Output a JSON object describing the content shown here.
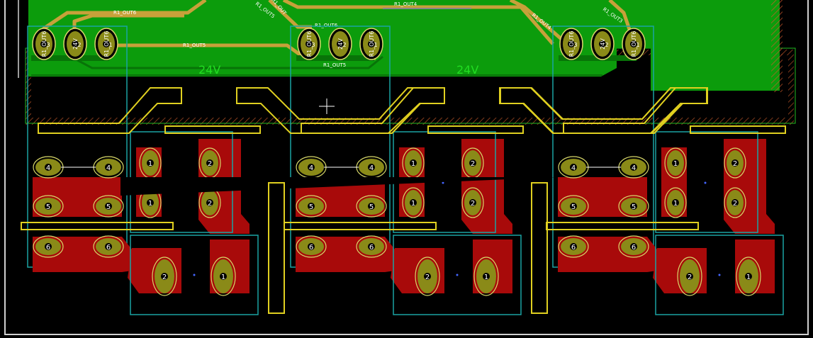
{
  "net_labels": {
    "out16_a": "R1_OUT6",
    "out16_b": "R1_OUT6",
    "out15_a": "R1_OUT5",
    "out15_b": "R1_OUT5",
    "out14_a": "R1_OUT4",
    "out14_b": "R1_OUT4",
    "out13": "R1_OUT3",
    "out14_rot": "R1_OUT4",
    "out15_rot": "R1_OUT5"
  },
  "zone_labels": [
    "24V",
    "24V"
  ],
  "terminal_pin_labels": [
    "3",
    "2",
    "1"
  ],
  "terminal_pin_text": [
    "R1_OUT6",
    "24V",
    "R1_OUT6"
  ],
  "relay_pads": {
    "left": [
      "4",
      "4",
      "5",
      "5",
      "6",
      "6"
    ],
    "coil": [
      "1",
      "1",
      "2",
      "2"
    ],
    "bottom": [
      "2",
      "1"
    ]
  },
  "colors": {
    "background": "#000000",
    "copper_fill": "#0c9c0c",
    "copper_dark": "#087308",
    "track": "#c7a13a",
    "pad_gold": "#8a8a18",
    "pad_ring": "#d8d86a",
    "red_copper": "#a80a0a",
    "silkscreen": "#e0d020",
    "courtyard": "#1aa3a3",
    "edge": "#d0d0d0",
    "keepout": "#c85a2a"
  }
}
